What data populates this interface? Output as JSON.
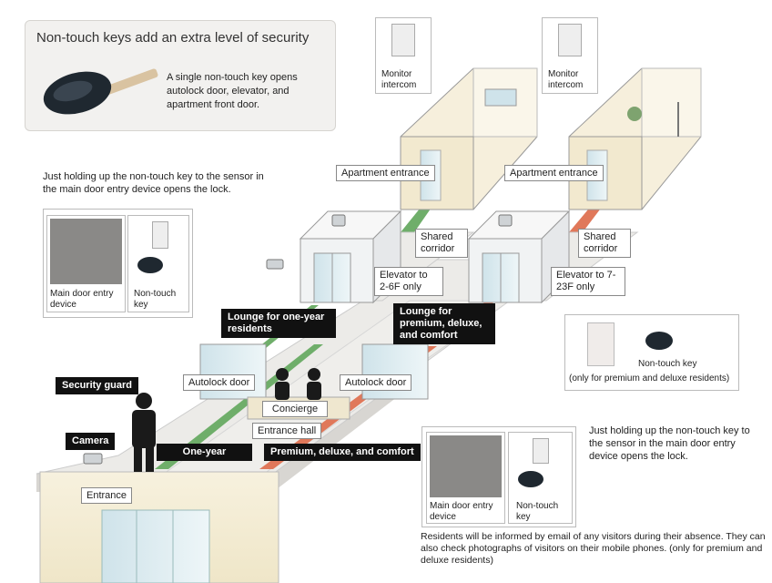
{
  "intro": {
    "title": "Non-touch keys add an extra level of security",
    "text": "A single non-touch key opens autolock door, elevator, and apartment front door."
  },
  "captions": {
    "left_sensor": "Just holding up the non-touch key to the sensor in the main door entry device opens the lock.",
    "right_sensor": "Just holding up the non-touch key to the sensor in the main door entry device opens the lock.",
    "email_note": "Residents will be informed by email of any visitors during their absence. They can also check photographs of visitors on their mobile phones. (only for premium and deluxe residents)"
  },
  "device_labels": {
    "main_door": "Main door entry device",
    "non_touch_key": "Non-touch key",
    "non_touch_key_premium": "Non-touch key",
    "premium_note": "(only for premium and deluxe residents)",
    "monitor_intercom": "Monitor intercom"
  },
  "places": {
    "apartment_entrance": "Apartment entrance",
    "shared_corridor": "Shared corridor",
    "elevator_low": "Elevator to 2-6F only",
    "elevator_high": "Elevator to 7-23F only",
    "autolock_door": "Autolock door",
    "concierge": "Concierge",
    "entrance_hall": "Entrance hall",
    "entrance": "Entrance"
  },
  "black_labels": {
    "lounge_one_year": "Lounge for one-year residents",
    "lounge_premium": "Lounge for premium, deluxe, and comfort",
    "security_guard": "Security guard",
    "camera": "Camera",
    "one_year": "One-year",
    "premium_path": "Premium, deluxe, and comfort"
  },
  "colors": {
    "green_path": "#6fae6a",
    "orange_path": "#e0785a",
    "floor": "#ecebe8",
    "wall": "#f4efe0"
  }
}
